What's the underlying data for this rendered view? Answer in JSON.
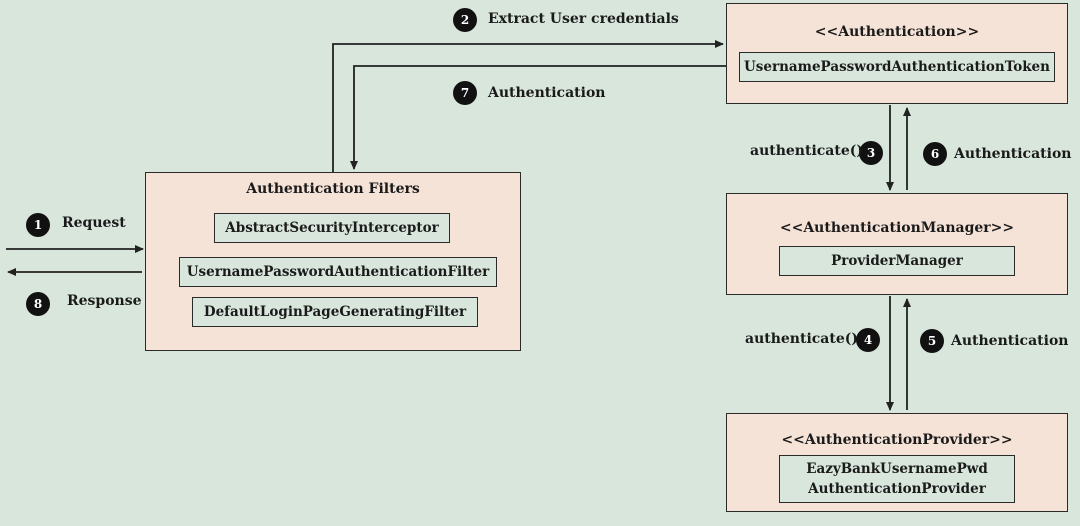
{
  "steps": [
    {
      "num": "1",
      "label": "Request"
    },
    {
      "num": "2",
      "label": "Extract User credentials"
    },
    {
      "num": "3",
      "label": "authenticate()"
    },
    {
      "num": "4",
      "label": "authenticate()"
    },
    {
      "num": "5",
      "label": "Authentication"
    },
    {
      "num": "6",
      "label": "Authentication"
    },
    {
      "num": "7",
      "label": "Authentication"
    },
    {
      "num": "8",
      "label": "Response"
    }
  ],
  "filters_box": {
    "title": "Authentication Filters",
    "items": [
      "AbstractSecurityInterceptor",
      "UsernamePasswordAuthenticationFilter",
      "DefaultLoginPageGeneratingFilter"
    ]
  },
  "authentication_box": {
    "title": "<<Authentication>>",
    "item": "UsernamePasswordAuthenticationToken"
  },
  "manager_box": {
    "title": "<<AuthenticationManager>>",
    "item": "ProviderManager"
  },
  "provider_box": {
    "title": "<<AuthenticationProvider>>",
    "item_line1": "EazyBankUsernamePwd",
    "item_line2": "AuthenticationProvider"
  },
  "colors": {
    "background": "#d8e6dc",
    "box_fill": "#f6e3d8",
    "chip_fill": "#d8e6dc",
    "stroke": "#2a2a2a",
    "badge": "#111111"
  }
}
